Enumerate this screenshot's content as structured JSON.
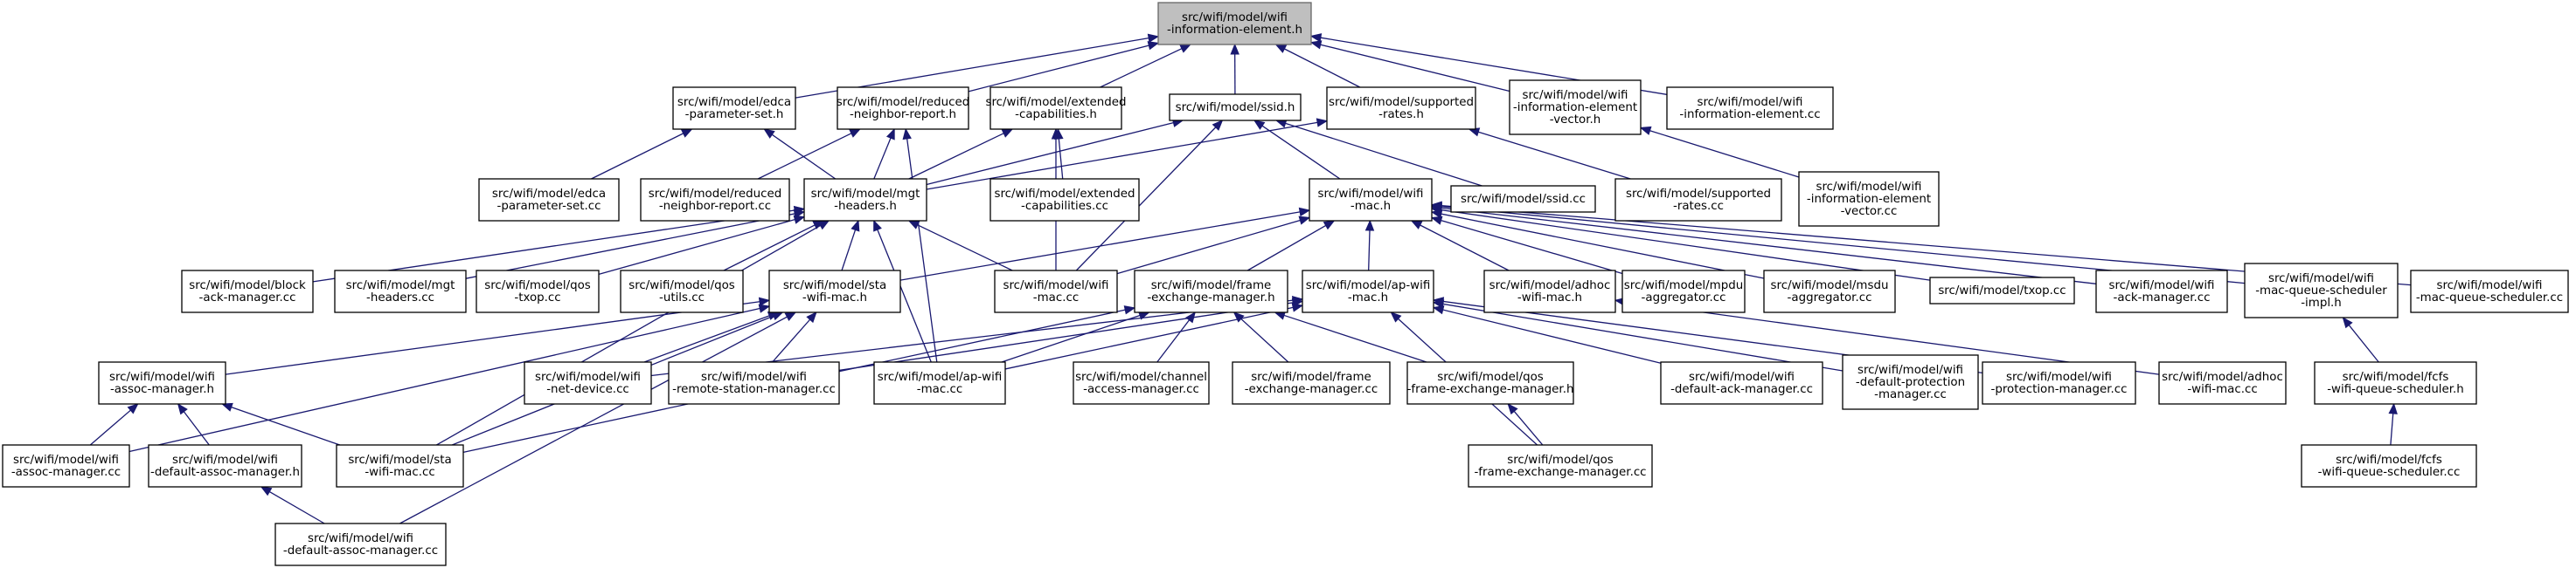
{
  "graph": {
    "root": "information-element-h",
    "nodes": [
      {
        "id": "information-element-h",
        "lines": [
          "src/wifi/model/wifi",
          "-information-element.h"
        ]
      },
      {
        "id": "edca-parameter-set-h",
        "lines": [
          "src/wifi/model/edca",
          "-parameter-set.h"
        ]
      },
      {
        "id": "reduced-neighbor-report-h",
        "lines": [
          "src/wifi/model/reduced",
          "-neighbor-report.h"
        ]
      },
      {
        "id": "extended-capabilities-h",
        "lines": [
          "src/wifi/model/extended",
          "-capabilities.h"
        ]
      },
      {
        "id": "ssid-h",
        "lines": [
          "src/wifi/model/ssid.h"
        ]
      },
      {
        "id": "supported-rates-h",
        "lines": [
          "src/wifi/model/supported",
          "-rates.h"
        ]
      },
      {
        "id": "information-element-vector-h",
        "lines": [
          "src/wifi/model/wifi",
          "-information-element",
          "-vector.h"
        ]
      },
      {
        "id": "information-element-cc",
        "lines": [
          "src/wifi/model/wifi",
          "-information-element.cc"
        ]
      },
      {
        "id": "edca-parameter-set-cc",
        "lines": [
          "src/wifi/model/edca",
          "-parameter-set.cc"
        ]
      },
      {
        "id": "reduced-neighbor-report-cc",
        "lines": [
          "src/wifi/model/reduced",
          "-neighbor-report.cc"
        ]
      },
      {
        "id": "mgt-headers-h",
        "lines": [
          "src/wifi/model/mgt",
          "-headers.h"
        ]
      },
      {
        "id": "extended-capabilities-cc",
        "lines": [
          "src/wifi/model/extended",
          "-capabilities.cc"
        ]
      },
      {
        "id": "wifi-mac-h",
        "lines": [
          "src/wifi/model/wifi",
          "-mac.h"
        ]
      },
      {
        "id": "ssid-cc",
        "lines": [
          "src/wifi/model/ssid.cc"
        ]
      },
      {
        "id": "supported-rates-cc",
        "lines": [
          "src/wifi/model/supported",
          "-rates.cc"
        ]
      },
      {
        "id": "information-element-vector-cc",
        "lines": [
          "src/wifi/model/wifi",
          "-information-element",
          "-vector.cc"
        ]
      },
      {
        "id": "block-ack-manager-cc",
        "lines": [
          "src/wifi/model/block",
          "-ack-manager.cc"
        ]
      },
      {
        "id": "mgt-headers-cc",
        "lines": [
          "src/wifi/model/mgt",
          "-headers.cc"
        ]
      },
      {
        "id": "qos-txop-cc",
        "lines": [
          "src/wifi/model/qos",
          "-txop.cc"
        ]
      },
      {
        "id": "qos-utils-cc",
        "lines": [
          "src/wifi/model/qos",
          "-utils.cc"
        ]
      },
      {
        "id": "sta-wifi-mac-h",
        "lines": [
          "src/wifi/model/sta",
          "-wifi-mac.h"
        ]
      },
      {
        "id": "wifi-mac-cc",
        "lines": [
          "src/wifi/model/wifi",
          "-mac.cc"
        ]
      },
      {
        "id": "frame-exchange-manager-h",
        "lines": [
          "src/wifi/model/frame",
          "-exchange-manager.h"
        ]
      },
      {
        "id": "ap-wifi-mac-h",
        "lines": [
          "src/wifi/model/ap-wifi",
          "-mac.h"
        ]
      },
      {
        "id": "adhoc-wifi-mac-h",
        "lines": [
          "src/wifi/model/adhoc",
          "-wifi-mac.h"
        ]
      },
      {
        "id": "mpdu-aggregator-cc",
        "lines": [
          "src/wifi/model/mpdu",
          "-aggregator.cc"
        ]
      },
      {
        "id": "msdu-aggregator-cc",
        "lines": [
          "src/wifi/model/msdu",
          "-aggregator.cc"
        ]
      },
      {
        "id": "txop-cc",
        "lines": [
          "src/wifi/model/txop.cc"
        ]
      },
      {
        "id": "ack-manager-cc",
        "lines": [
          "src/wifi/model/wifi",
          "-ack-manager.cc"
        ]
      },
      {
        "id": "mac-queue-scheduler-impl-h",
        "lines": [
          "src/wifi/model/wifi",
          "-mac-queue-scheduler",
          "-impl.h"
        ]
      },
      {
        "id": "mac-queue-scheduler-cc",
        "lines": [
          "src/wifi/model/wifi",
          "-mac-queue-scheduler.cc"
        ]
      },
      {
        "id": "assoc-manager-h",
        "lines": [
          "src/wifi/model/wifi",
          "-assoc-manager.h"
        ]
      },
      {
        "id": "net-device-cc",
        "lines": [
          "src/wifi/model/wifi",
          "-net-device.cc"
        ]
      },
      {
        "id": "remote-station-manager-cc",
        "lines": [
          "src/wifi/model/wifi",
          "-remote-station-manager.cc"
        ]
      },
      {
        "id": "ap-wifi-mac-cc",
        "lines": [
          "src/wifi/model/ap-wifi",
          "-mac.cc"
        ]
      },
      {
        "id": "channel-access-manager-cc",
        "lines": [
          "src/wifi/model/channel",
          "-access-manager.cc"
        ]
      },
      {
        "id": "frame-exchange-manager-cc",
        "lines": [
          "src/wifi/model/frame",
          "-exchange-manager.cc"
        ]
      },
      {
        "id": "qos-frame-exchange-manager-h",
        "lines": [
          "src/wifi/model/qos",
          "-frame-exchange-manager.h"
        ]
      },
      {
        "id": "default-ack-manager-cc",
        "lines": [
          "src/wifi/model/wifi",
          "-default-ack-manager.cc"
        ]
      },
      {
        "id": "default-protection-manager-cc",
        "lines": [
          "src/wifi/model/wifi",
          "-default-protection",
          "-manager.cc"
        ]
      },
      {
        "id": "protection-manager-cc",
        "lines": [
          "src/wifi/model/wifi",
          "-protection-manager.cc"
        ]
      },
      {
        "id": "adhoc-wifi-mac-cc",
        "lines": [
          "src/wifi/model/adhoc",
          "-wifi-mac.cc"
        ]
      },
      {
        "id": "fcfs-wifi-queue-scheduler-h",
        "lines": [
          "src/wifi/model/fcfs",
          "-wifi-queue-scheduler.h"
        ]
      },
      {
        "id": "assoc-manager-cc",
        "lines": [
          "src/wifi/model/wifi",
          "-assoc-manager.cc"
        ]
      },
      {
        "id": "default-assoc-manager-h",
        "lines": [
          "src/wifi/model/wifi",
          "-default-assoc-manager.h"
        ]
      },
      {
        "id": "sta-wifi-mac-cc",
        "lines": [
          "src/wifi/model/sta",
          "-wifi-mac.cc"
        ]
      },
      {
        "id": "qos-frame-exchange-manager-cc",
        "lines": [
          "src/wifi/model/qos",
          "-frame-exchange-manager.cc"
        ]
      },
      {
        "id": "fcfs-wifi-queue-scheduler-cc",
        "lines": [
          "src/wifi/model/fcfs",
          "-wifi-queue-scheduler.cc"
        ]
      },
      {
        "id": "default-assoc-manager-cc",
        "lines": [
          "src/wifi/model/wifi",
          "-default-assoc-manager.cc"
        ]
      }
    ],
    "edges": [
      {
        "from": "edca-parameter-set-h",
        "to": "information-element-h"
      },
      {
        "from": "reduced-neighbor-report-h",
        "to": "information-element-h"
      },
      {
        "from": "extended-capabilities-h",
        "to": "information-element-h"
      },
      {
        "from": "ssid-h",
        "to": "information-element-h"
      },
      {
        "from": "supported-rates-h",
        "to": "information-element-h"
      },
      {
        "from": "information-element-vector-h",
        "to": "information-element-h"
      },
      {
        "from": "information-element-cc",
        "to": "information-element-h"
      },
      {
        "from": "edca-parameter-set-cc",
        "to": "edca-parameter-set-h"
      },
      {
        "from": "mgt-headers-h",
        "to": "edca-parameter-set-h"
      },
      {
        "from": "reduced-neighbor-report-cc",
        "to": "reduced-neighbor-report-h"
      },
      {
        "from": "mgt-headers-h",
        "to": "reduced-neighbor-report-h"
      },
      {
        "from": "ap-wifi-mac-cc",
        "to": "reduced-neighbor-report-h"
      },
      {
        "from": "extended-capabilities-cc",
        "to": "extended-capabilities-h"
      },
      {
        "from": "mgt-headers-h",
        "to": "extended-capabilities-h"
      },
      {
        "from": "wifi-mac-cc",
        "to": "extended-capabilities-h"
      },
      {
        "from": "mgt-headers-h",
        "to": "ssid-h"
      },
      {
        "from": "wifi-mac-h",
        "to": "ssid-h"
      },
      {
        "from": "ssid-cc",
        "to": "ssid-h"
      },
      {
        "from": "wifi-mac-cc",
        "to": "ssid-h"
      },
      {
        "from": "supported-rates-cc",
        "to": "supported-rates-h"
      },
      {
        "from": "mgt-headers-h",
        "to": "supported-rates-h"
      },
      {
        "from": "information-element-vector-cc",
        "to": "information-element-vector-h"
      },
      {
        "from": "block-ack-manager-cc",
        "to": "mgt-headers-h"
      },
      {
        "from": "mgt-headers-cc",
        "to": "mgt-headers-h"
      },
      {
        "from": "qos-txop-cc",
        "to": "mgt-headers-h"
      },
      {
        "from": "qos-utils-cc",
        "to": "mgt-headers-h"
      },
      {
        "from": "sta-wifi-mac-h",
        "to": "mgt-headers-h"
      },
      {
        "from": "wifi-mac-cc",
        "to": "mgt-headers-h"
      },
      {
        "from": "ap-wifi-mac-cc",
        "to": "mgt-headers-h"
      },
      {
        "from": "sta-wifi-mac-cc",
        "to": "mgt-headers-h"
      },
      {
        "from": "sta-wifi-mac-h",
        "to": "wifi-mac-h"
      },
      {
        "from": "wifi-mac-cc",
        "to": "wifi-mac-h"
      },
      {
        "from": "frame-exchange-manager-h",
        "to": "wifi-mac-h"
      },
      {
        "from": "ap-wifi-mac-h",
        "to": "wifi-mac-h"
      },
      {
        "from": "adhoc-wifi-mac-h",
        "to": "wifi-mac-h"
      },
      {
        "from": "mpdu-aggregator-cc",
        "to": "wifi-mac-h"
      },
      {
        "from": "msdu-aggregator-cc",
        "to": "wifi-mac-h"
      },
      {
        "from": "txop-cc",
        "to": "wifi-mac-h"
      },
      {
        "from": "ack-manager-cc",
        "to": "wifi-mac-h"
      },
      {
        "from": "mac-queue-scheduler-impl-h",
        "to": "wifi-mac-h"
      },
      {
        "from": "mac-queue-scheduler-cc",
        "to": "wifi-mac-h"
      },
      {
        "from": "assoc-manager-h",
        "to": "sta-wifi-mac-h"
      },
      {
        "from": "net-device-cc",
        "to": "sta-wifi-mac-h"
      },
      {
        "from": "remote-station-manager-cc",
        "to": "sta-wifi-mac-h"
      },
      {
        "from": "assoc-manager-cc",
        "to": "sta-wifi-mac-h"
      },
      {
        "from": "sta-wifi-mac-cc",
        "to": "sta-wifi-mac-h"
      },
      {
        "from": "default-assoc-manager-cc",
        "to": "sta-wifi-mac-h"
      },
      {
        "from": "ap-wifi-mac-cc",
        "to": "frame-exchange-manager-h"
      },
      {
        "from": "channel-access-manager-cc",
        "to": "frame-exchange-manager-h"
      },
      {
        "from": "frame-exchange-manager-cc",
        "to": "frame-exchange-manager-h"
      },
      {
        "from": "qos-frame-exchange-manager-h",
        "to": "frame-exchange-manager-h"
      },
      {
        "from": "sta-wifi-mac-cc",
        "to": "frame-exchange-manager-h"
      },
      {
        "from": "net-device-cc",
        "to": "ap-wifi-mac-h"
      },
      {
        "from": "remote-station-manager-cc",
        "to": "ap-wifi-mac-h"
      },
      {
        "from": "ap-wifi-mac-cc",
        "to": "ap-wifi-mac-h"
      },
      {
        "from": "default-ack-manager-cc",
        "to": "ap-wifi-mac-h"
      },
      {
        "from": "default-protection-manager-cc",
        "to": "ap-wifi-mac-h"
      },
      {
        "from": "protection-manager-cc",
        "to": "ap-wifi-mac-h"
      },
      {
        "from": "qos-frame-exchange-manager-cc",
        "to": "ap-wifi-mac-h"
      },
      {
        "from": "adhoc-wifi-mac-cc",
        "to": "adhoc-wifi-mac-h"
      },
      {
        "from": "fcfs-wifi-queue-scheduler-h",
        "to": "mac-queue-scheduler-impl-h"
      },
      {
        "from": "assoc-manager-cc",
        "to": "assoc-manager-h"
      },
      {
        "from": "default-assoc-manager-h",
        "to": "assoc-manager-h"
      },
      {
        "from": "sta-wifi-mac-cc",
        "to": "assoc-manager-h"
      },
      {
        "from": "qos-frame-exchange-manager-cc",
        "to": "qos-frame-exchange-manager-h"
      },
      {
        "from": "fcfs-wifi-queue-scheduler-cc",
        "to": "fcfs-wifi-queue-scheduler-h"
      },
      {
        "from": "default-assoc-manager-cc",
        "to": "default-assoc-manager-h"
      }
    ]
  },
  "colors": {
    "edge": "#191970",
    "root_fill": "#bfbfbf",
    "root_border": "#666666",
    "node_fill": "#ffffff",
    "node_border": "#000000"
  }
}
